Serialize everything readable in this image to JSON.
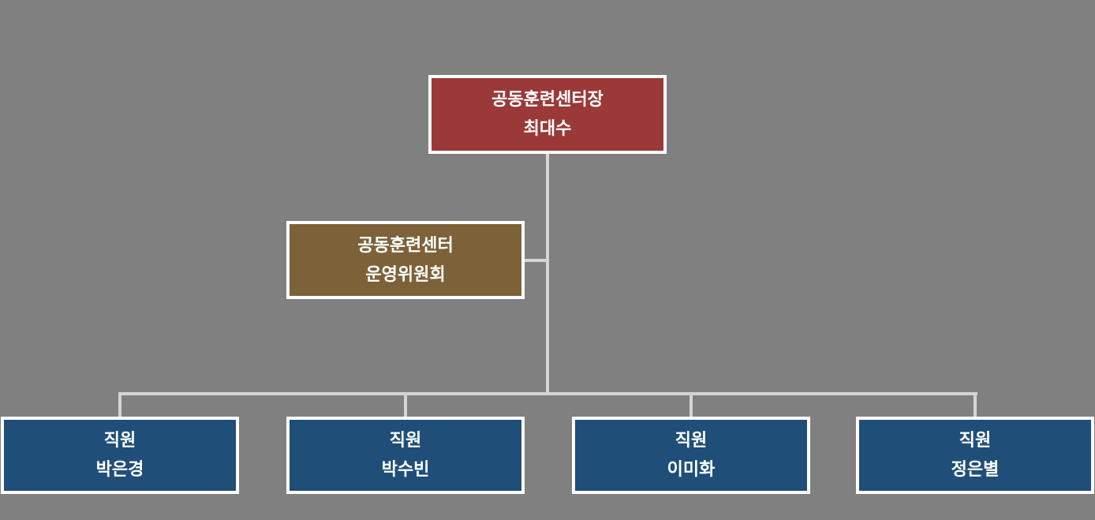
{
  "background_color": "#808080",
  "org_chart": {
    "connector_color": "#D5D5D5",
    "box_border_color": "#FFFFFF",
    "text_color": "#FFFFFF",
    "nodes": [
      {
        "id": "director",
        "level": 1,
        "line1": "공동훈련센터장",
        "line2": "최대수",
        "color": "#9A3938"
      },
      {
        "id": "committee",
        "level": 2,
        "line1": "공동훈련센터",
        "line2": "운영위원회",
        "color": "#7D6239"
      },
      {
        "id": "staff-1",
        "level": 3,
        "line1": "직원",
        "line2": "박은경",
        "color": "#1F4E79"
      },
      {
        "id": "staff-2",
        "level": 3,
        "line1": "직원",
        "line2": "박수빈",
        "color": "#1F4E79"
      },
      {
        "id": "staff-3",
        "level": 3,
        "line1": "직원",
        "line2": "이미화",
        "color": "#1F4E79"
      },
      {
        "id": "staff-4",
        "level": 3,
        "line1": "직원",
        "line2": "정은별",
        "color": "#1F4E79"
      }
    ],
    "edges": [
      {
        "from": "director",
        "to": "committee"
      },
      {
        "from": "director",
        "to": "staff-1"
      },
      {
        "from": "director",
        "to": "staff-2"
      },
      {
        "from": "director",
        "to": "staff-3"
      },
      {
        "from": "director",
        "to": "staff-4"
      }
    ]
  }
}
